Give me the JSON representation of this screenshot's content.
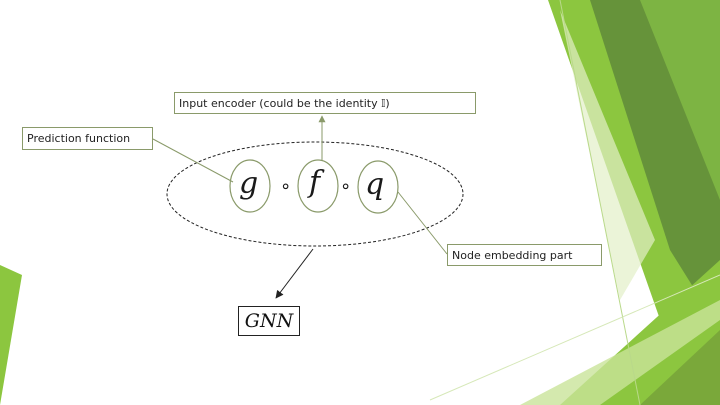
{
  "labels": {
    "input_encoder": "Input encoder (could be the identity 𝕀)",
    "prediction_function": "Prediction function",
    "node_embedding": "Node embedding part"
  },
  "formula": {
    "g": "g",
    "f": "f",
    "q": "q",
    "compose_symbol": "∘"
  },
  "result": {
    "label": "GNN"
  },
  "colors": {
    "accent_green": "#8cc63f",
    "dark_green": "#5f8a3a",
    "connector": "#8a9a6a"
  }
}
